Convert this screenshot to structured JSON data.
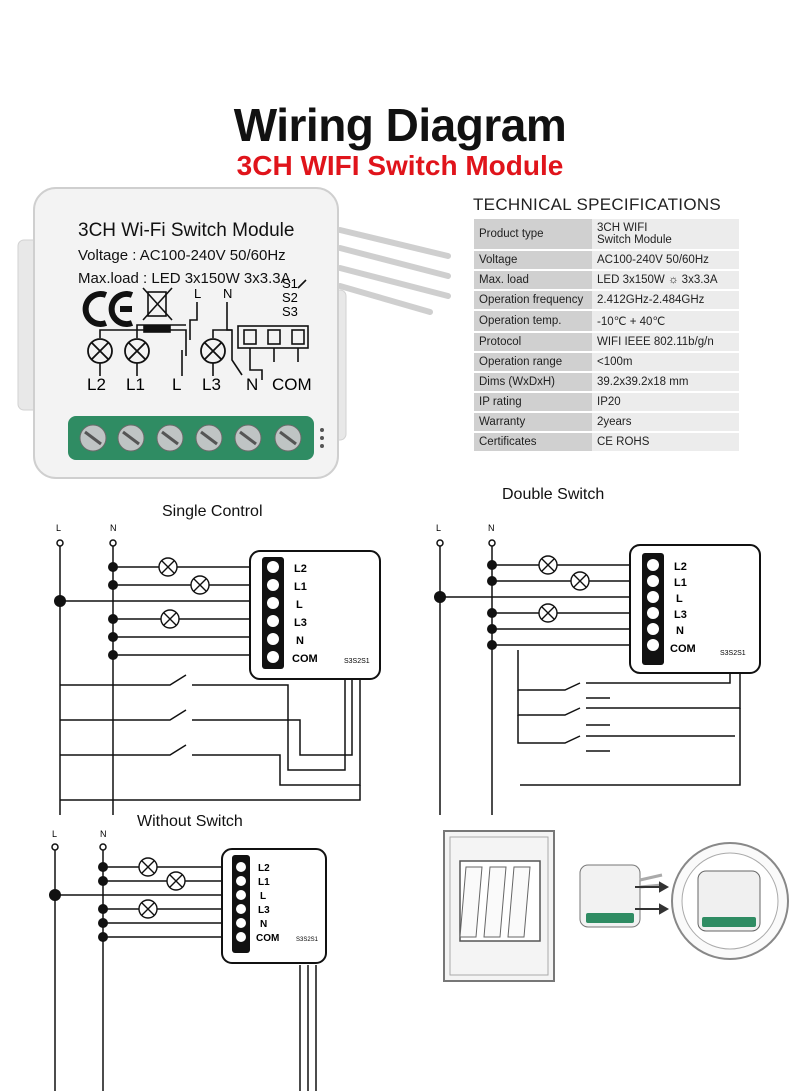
{
  "header": {
    "title": "Wiring Diagram",
    "subtitle": "3CH WIFI Switch Module"
  },
  "module": {
    "name": "3CH Wi-Fi Switch Module",
    "voltage": "Voltage : AC100-240V 50/60Hz",
    "maxload": "Max.load : LED 3x150W   3x3.3A",
    "s1": "S1",
    "s2": "S2",
    "s3": "S3",
    "top_l": "L",
    "top_n": "N",
    "terminals": [
      "L2",
      "L1",
      "L",
      "L3",
      "N",
      "COM"
    ]
  },
  "specs": {
    "heading": "TECHNICAL SPECIFICATIONS",
    "rows": [
      {
        "key": "Product type",
        "value": "3CH WIFI\nSwitch Module"
      },
      {
        "key": "Voltage",
        "value": "AC100-240V 50/60Hz"
      },
      {
        "key": "Max. load",
        "value": "LED 3x150W ☼ 3x3.3A"
      },
      {
        "key": "Operation frequency",
        "value": "2.412GHz-2.484GHz"
      },
      {
        "key": "Operation temp.",
        "value": "-10℃ + 40℃"
      },
      {
        "key": "Protocol",
        "value": "WIFI  IEEE 802.11b/g/n"
      },
      {
        "key": "Operation range",
        "value": "<100m"
      },
      {
        "key": "Dims (WxDxH)",
        "value": "39.2x39.2x18 mm"
      },
      {
        "key": "IP rating",
        "value": "IP20"
      },
      {
        "key": "Warranty",
        "value": "2years"
      },
      {
        "key": "Certificates",
        "value": "CE ROHS"
      }
    ]
  },
  "diagrams": {
    "single_control": "Single Control",
    "double_switch": "Double Switch",
    "without_switch": "Without Switch",
    "line_l": "L",
    "line_n": "N",
    "terminal_labels": [
      "L2",
      "L1",
      "L",
      "L3",
      "N",
      "COM"
    ],
    "side_labels": "S3S2S1"
  }
}
